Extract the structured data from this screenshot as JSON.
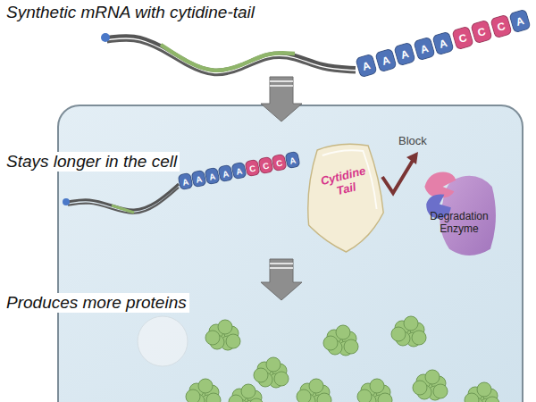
{
  "diagram": {
    "nodes": [
      {
        "text": [
          "Cytidine Tail"
        ]
      },
      {
        "text": [
          "Degradation Enzyme"
        ]
      }
    ],
    "labels": [
      "Synthetic mRNA with cytidine-tail",
      "Stays longer in the cell",
      "Produces more proteins",
      "Block",
      "A",
      "A",
      "A",
      "A",
      "A",
      "C",
      "C",
      "C",
      "A",
      "A",
      "A",
      "A",
      "A",
      "A",
      "C",
      "C",
      "C",
      "A"
    ]
  }
}
